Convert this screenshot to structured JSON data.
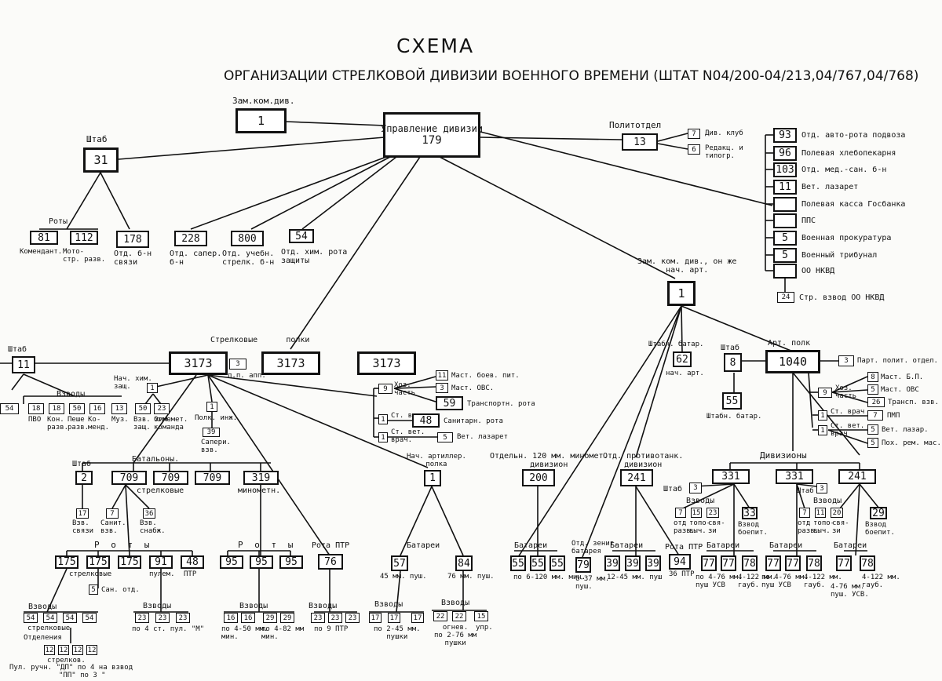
{
  "title": "СХЕМА",
  "subtitle": "ОРГАНИЗАЦИИ СТРЕЛКОВОЙ ДИВИЗИИ ВОЕННОГО ВРЕМЕНИ (ШТАТ N04/200-04/213,04/767,04/768)",
  "nodes": [
    {
      "id": "zam",
      "value": "1",
      "label": "Зам.ком.див."
    },
    {
      "id": "upr",
      "value": "179",
      "label": "Управление дивизии"
    },
    {
      "id": "shtab",
      "value": "31",
      "label": "Штаб"
    },
    {
      "id": "polit",
      "value": "13",
      "label": "Политотдел"
    },
    {
      "id": "divklub",
      "value": "7",
      "label": "Див. клуб"
    },
    {
      "id": "redak",
      "value": "6",
      "label": "Редакц. и типогр."
    },
    {
      "id": "r1",
      "value": "93",
      "label": "Отд. авто-рота подвоза"
    },
    {
      "id": "r2",
      "value": "96",
      "label": "Полевая хлебопекарня"
    },
    {
      "id": "r3",
      "value": "103",
      "label": "Отд. мед.-сан. б-н"
    },
    {
      "id": "r4",
      "value": "11",
      "label": "Вет. лазарет"
    },
    {
      "id": "r5",
      "value": "",
      "label": "Полевая касса Госбанка"
    },
    {
      "id": "r6",
      "value": "",
      "label": "ППС"
    },
    {
      "id": "r7",
      "value": "5",
      "label": "Военная прокуратура"
    },
    {
      "id": "r8",
      "value": "5",
      "label": "Военный трибунал"
    },
    {
      "id": "r9",
      "value": "",
      "label": "ОО НКВД"
    },
    {
      "id": "r10",
      "value": "24",
      "label": "Стр. взвод ОО НКВД"
    },
    {
      "id": "kom",
      "value": "81",
      "label": "Комендант."
    },
    {
      "id": "moto",
      "value": "112",
      "label": "Мото-стр. разв."
    },
    {
      "id": "svyaz",
      "value": "178",
      "label": "Отд. б-н связи"
    },
    {
      "id": "saper",
      "value": "228",
      "label": "Отд. сапер. б-н"
    },
    {
      "id": "ucheb",
      "value": "800",
      "label": "Отд. учебн. стрелк. б-н"
    },
    {
      "id": "him",
      "value": "54",
      "label": "Отд. хим. рота защиты"
    },
    {
      "id": "nachart",
      "value": "1",
      "label": "Зам. ком. див., он же нач. арт."
    },
    {
      "id": "sp1",
      "value": "3173",
      "label": ""
    },
    {
      "id": "sp2",
      "value": "3173",
      "label": ""
    },
    {
      "id": "sp3",
      "value": "3173",
      "label": ""
    },
    {
      "id": "shtab11",
      "value": "11",
      "label": "Штаб"
    },
    {
      "id": "ppapp",
      "value": "3",
      "label": "п.п. апп."
    },
    {
      "id": "art_shtab",
      "value": "62",
      "label": "Нач. арт."
    },
    {
      "id": "ap_shtab",
      "value": "8",
      "label": "Штаб"
    },
    {
      "id": "ap",
      "value": "1040",
      "label": "Арт. полк"
    },
    {
      "id": "ap55",
      "value": "55",
      "label": "Штабн. батар."
    },
    {
      "id": "p200",
      "value": "200",
      "label": "Отдельн. 120 мм. миномет. дивизион"
    },
    {
      "id": "p241",
      "value": "241",
      "label": "Отд. противотанк. дивизион"
    }
  ],
  "labels": {
    "zam_label": "Зам.ком.див.",
    "upr_label": "Управление дивизии",
    "shtab_label": "Штаб",
    "polit_label": "Политотдел",
    "divklub": "Див. клуб",
    "redak": "Редакц. и\nтипогр.",
    "roty": "Роты",
    "kom": "Комендант.",
    "moto": "Мото-\nстр. разв.",
    "svyaz": "Отд. б-н\nсвязи",
    "saper": "Отд. сапер.\nб-н",
    "ucheb": "Отд. учебн.\nстрелк. б-н",
    "him": "Отд. хим. рота\nзащиты",
    "nachart": "Зам. ком. див., он же\nнач. арт.",
    "strpolki": "Стрелковые      полки",
    "shtab_left": "Штаб",
    "vzvody": "Взводы",
    "pvo": "ПВО",
    "konrazv": "Кон.\nразв.",
    "peshrazv": "Пеше\nразв.",
    "komend": "Ко-\nменд.",
    "muz": "Муз.",
    "vzv_him": "Взв. хим.\nзащ.",
    "ognemet": "Огнемет.\nкоманда",
    "nachhim": "Нач. хим.\nзащ.",
    "polkinzh": "Полк. инж.",
    "saper_vzv": "Сапери.\nвзв.",
    "hozchast": "Хоз.\nчасть",
    "mast_bp": "Маст. боев. пит.",
    "mast_ovs": "Маст. ОВС.",
    "transp": "Транспортн. рота",
    "st_vrach": "Ст. врач",
    "sanrota": "Санитарн. рота",
    "st_vet": "Ст. вет.\nврач.",
    "vetlaz": "Вет. лазарет",
    "ppapp": "п.п. апп.",
    "batalony": "Батальоны.",
    "strelkovye": "стрелковые",
    "minomet": "минометн.",
    "shtab_bat": "Штаб",
    "vzv_svyazi": "Взв.\nсвязи",
    "sanit_vzv": "Санит.\nвзв.",
    "vzv_snab": "Взв.\nснабж.",
    "roty_a": "Р о т ы",
    "roty_b": "Р о т ы",
    "rota_ptr": "Рота ПТР",
    "strelkovye2": "стрелковые",
    "pulem": "пулем.",
    "ptr": "ПТР",
    "san_otd": "Сан. отд.",
    "vzvody2": "Взводы",
    "strelkovye3": "стрелковые",
    "otdeleniya": "Отделения",
    "strelkov": "стрелков.",
    "pul_ruchn": "Пул. ручн. \"ДП\" по 4 на взвод",
    "pp3": "\"ПП\" по 3   \"",
    "vzvody3": "Взводы",
    "po4st": "по 4 ст. пул. \"М\"",
    "vzvody4": "Взводы",
    "po4_50": "по 4-50 мм.\nмин.",
    "po4_82": "по 4-82 мм\nмин.",
    "vzvody5": "Взводы",
    "po9ptr": "по 9 ПТР",
    "nach_artpolka": "Нач. артиллер.\nполка",
    "batarei": "Батареи",
    "mm45": "45 мм. пуш.",
    "mm76": "76 мм. пуш.",
    "vzvody6": "Взводы",
    "po245": "по 2-45 мм.\nпушки",
    "vzvody7": "Взводы",
    "ognev": "огнев.\nпо 2-76 мм\nпушки",
    "upr": "упр.",
    "p200": "Отдельн. 120 мм. миномет.\nдивизион",
    "batarei2": "Батареи",
    "po6_120": "по 6-120 мм. мин.",
    "otd_zenit": "Отд. зенит.\nбатарея",
    "mm6_37": "6-37 мм.\nпуш.",
    "p241": "Отд. противотанк.\nдивизион",
    "batarei3": "Батареи",
    "mm12_45": "12-45 мм. пуш",
    "rota_ptr2": "Рота ПТР",
    "ptr36": "36 ПТР",
    "shtab_batar": "Штабн. батар.",
    "nach_art": "нач. арт.",
    "shtab_ap": "Штаб",
    "art_polk": "Арт. полк",
    "part_polit": "Парт. полит. отдел.",
    "mast_bp2": "Маст. Б.П.",
    "mast_ovs2": "Маст. ОВС",
    "hozchast2": "Хоз.\nчасть",
    "transp_vzv": "Трансп. взв.",
    "st_vrach2": "Ст. врач",
    "pmp": "ПМП",
    "st_vet2": "Ст. вет.\nврач",
    "vetlaz2": "Вет. лазар.",
    "poh_rem": "Пох. рем. мас.",
    "shtab55": "Штабн. батар.",
    "divizion": "Дивизионы",
    "shtab_d1": "Штаб",
    "vzvody_d1": "Взводы",
    "otd_topo": "отд\nразв.",
    "topo_vych": "топо-\nвыч.",
    "svya_zi": "свя-\nзи",
    "vzvod_boe": "Взвод\nбоепит.",
    "shtab_d2": "Штаб",
    "vzvody_d2": "Взводы",
    "vzvod_boe2": "Взвод\nбоепит.",
    "batarei4": "Батареи",
    "po4_76": "по 4-76 мм.\nпуш УСВ",
    "gaub122": "4-122 мм.\nгауб.",
    "batarei5": "Батареи",
    "po4_76b": "по 4-76 мм.\nпуш УСВ",
    "gaub122b": "4-122 мм.\nгауб.",
    "batarei6": "Батареи",
    "po4_76c": "4-76 мм.\nпуш. УСВ.",
    "gaub122c": "4-122 мм.\nгауб."
  }
}
